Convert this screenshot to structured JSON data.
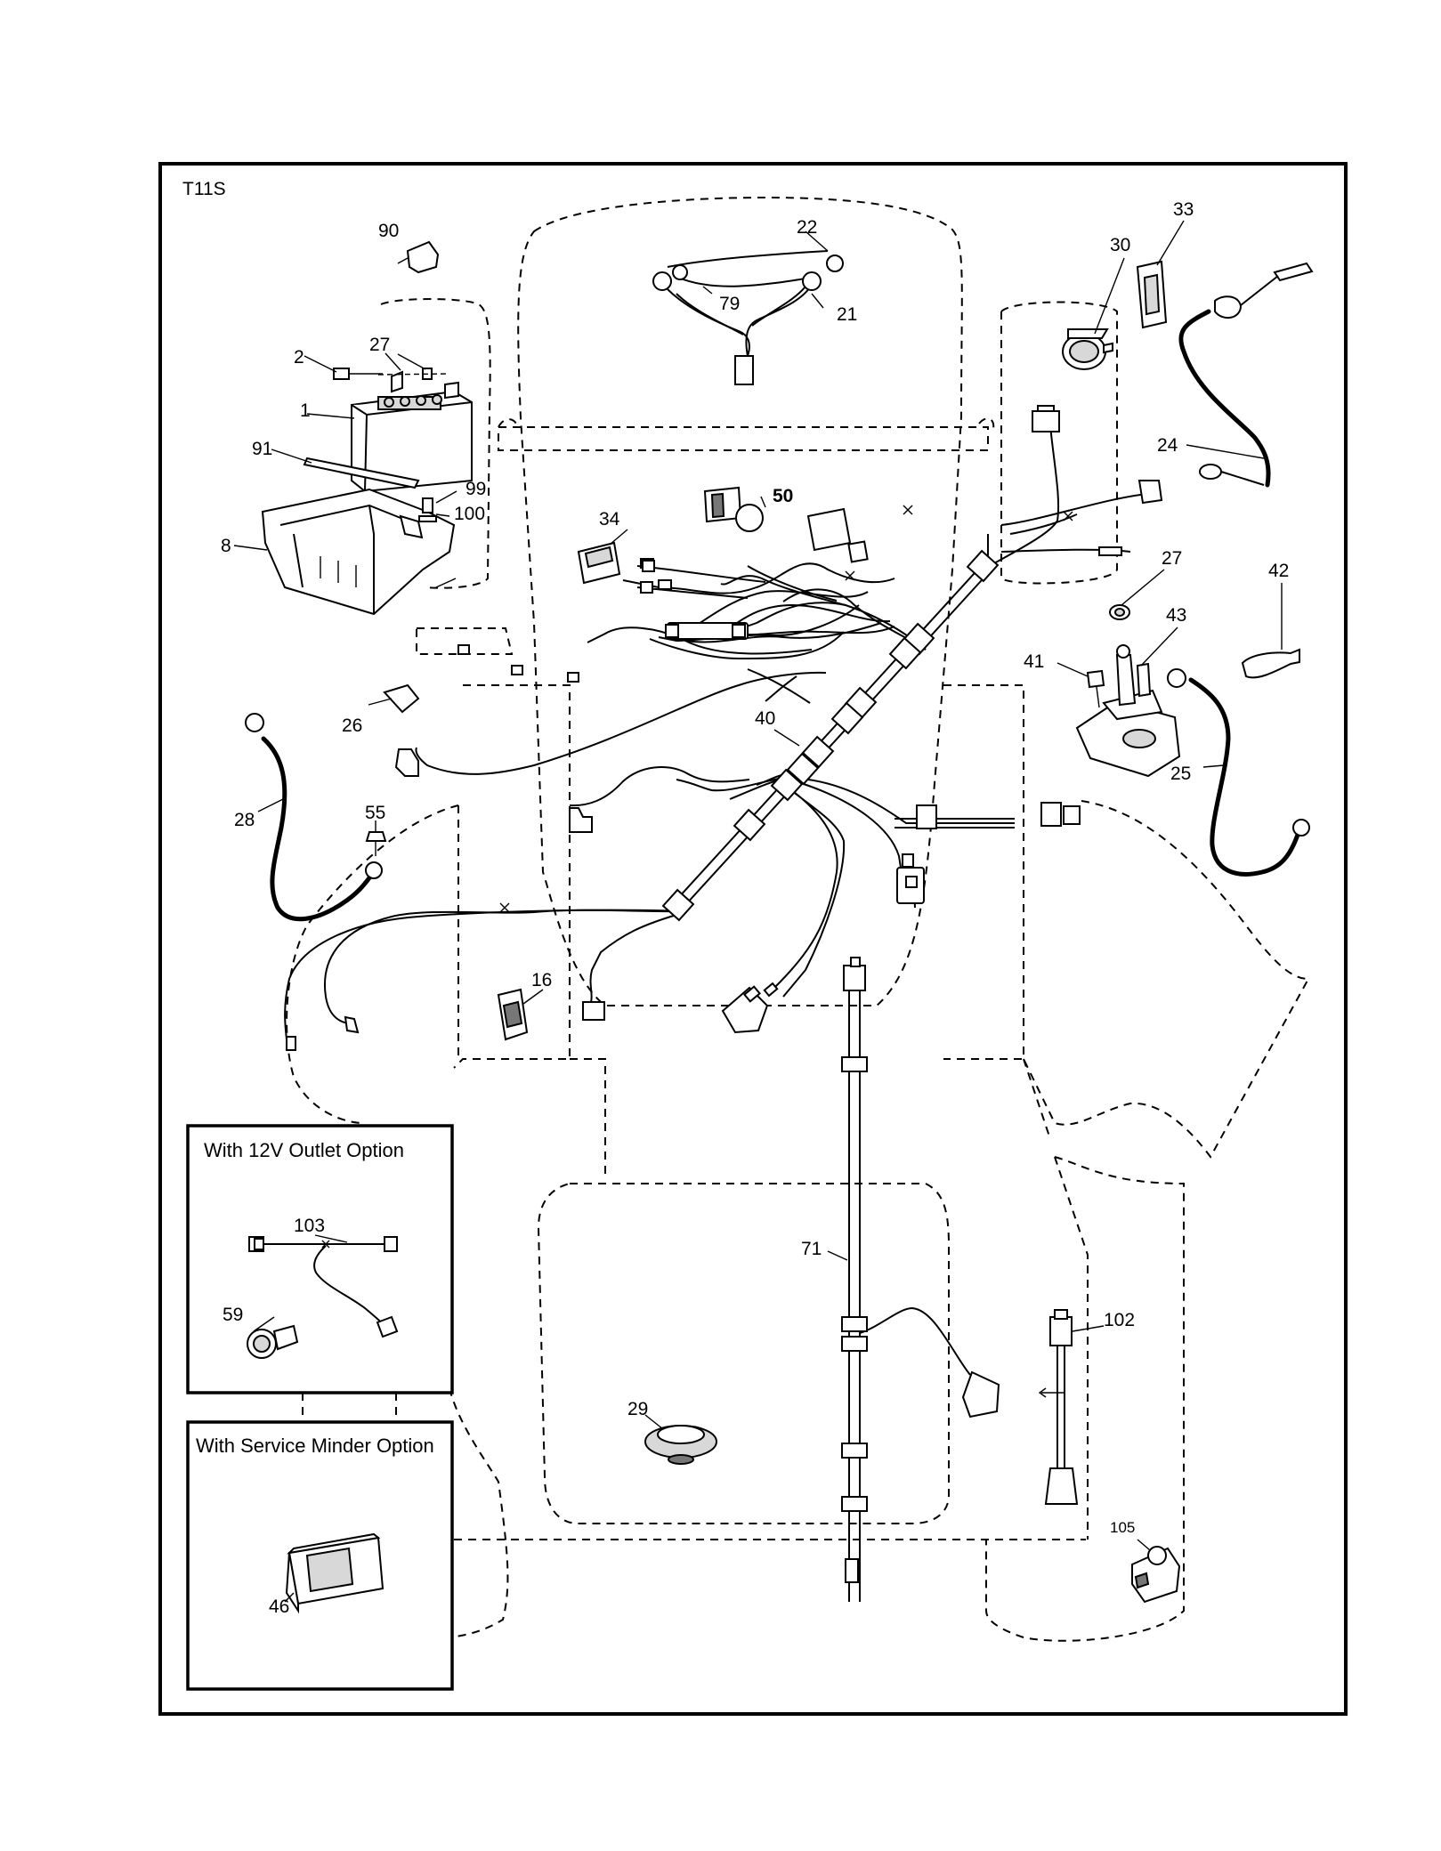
{
  "diagram_code": "T11S",
  "options": {
    "outlet": "With 12V Outlet Option",
    "service_minder": "With Service Minder Option"
  },
  "parts": {
    "p1": "1",
    "p2": "2",
    "p8": "8",
    "p16": "16",
    "p21": "21",
    "p22": "22",
    "p24": "24",
    "p25": "25",
    "p26": "26",
    "p27a": "27",
    "p27b": "27",
    "p28": "28",
    "p29": "29",
    "p30": "30",
    "p33": "33",
    "p34": "34",
    "p40": "40",
    "p41": "41",
    "p42": "42",
    "p43": "43",
    "p46": "46",
    "p50": "50",
    "p55": "55",
    "p59": "59",
    "p71": "71",
    "p79": "79",
    "p90": "90",
    "p91": "91",
    "p99": "99",
    "p100": "100",
    "p102": "102",
    "p103": "103",
    "p105": "105"
  }
}
